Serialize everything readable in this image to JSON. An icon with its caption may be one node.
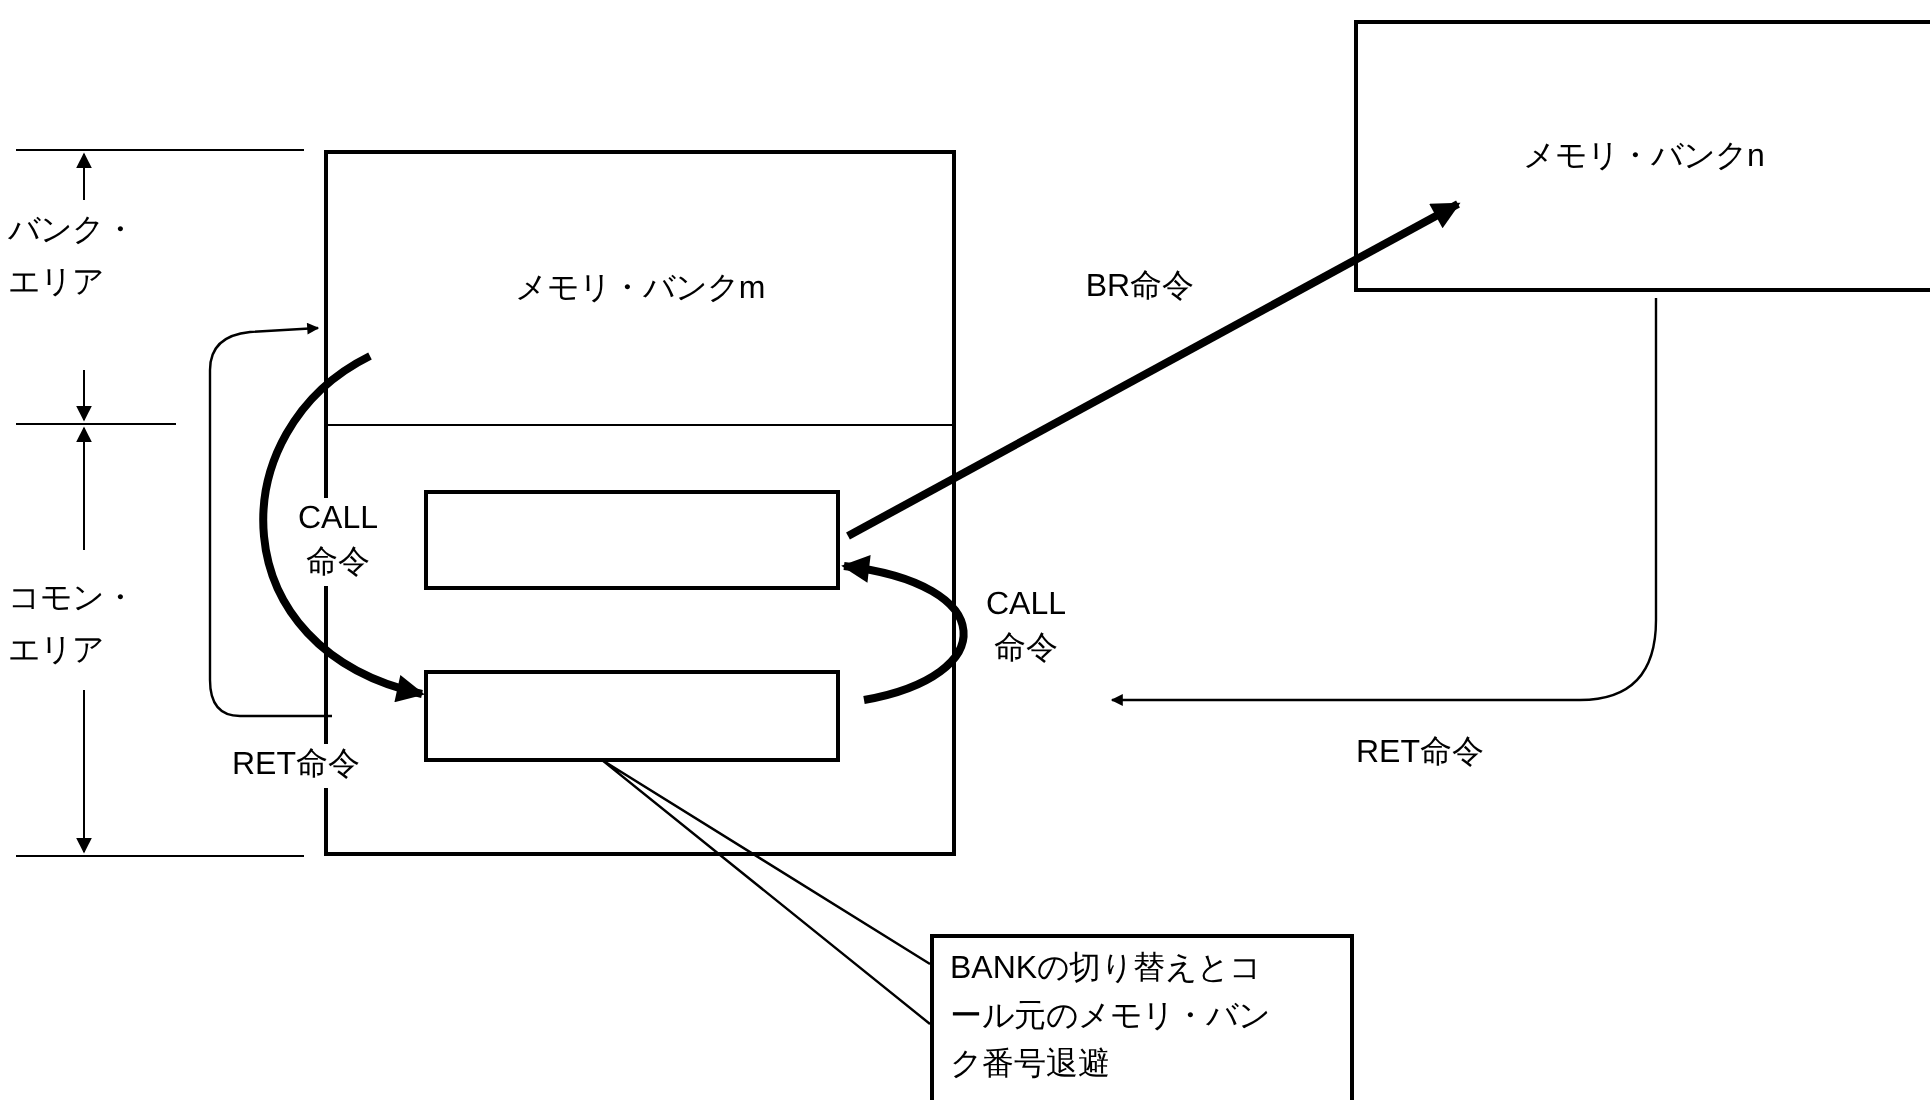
{
  "diagram": {
    "nodes": [
      {
        "text": [
          "メモリ・バンクm"
        ]
      },
      {
        "text": [],
        "shape": "box"
      },
      {
        "text": [],
        "shape": "box",
        "in": 1
      },
      {
        "text": [],
        "shape": "box",
        "in": 1
      },
      {
        "text": [
          "メモリ・バンクn"
        ]
      },
      {
        "text": [
          "BANKの切り替えとコール元のメモリ・バンク番号退避"
        ]
      }
    ],
    "edges": [
      {
        "from": 0,
        "to": 3,
        "arrow": "to",
        "label": "CALL命令",
        "style": "thick"
      },
      {
        "from": 1,
        "to": 0,
        "arrow": "to",
        "label": "RET命令"
      },
      {
        "from": 2,
        "to": 4,
        "arrow": "to",
        "label": "BR命令",
        "style": "thick"
      },
      {
        "from": 3,
        "to": 2,
        "arrow": "to",
        "label": "CALL命令",
        "style": "thick"
      },
      {
        "from": 4,
        "to": null,
        "arrow": "to",
        "label": "RET命令"
      },
      {
        "from": 5,
        "to": 3,
        "arrow": "none"
      }
    ],
    "labels": [
      "バンク・エリア",
      "コモン・エリア"
    ]
  }
}
